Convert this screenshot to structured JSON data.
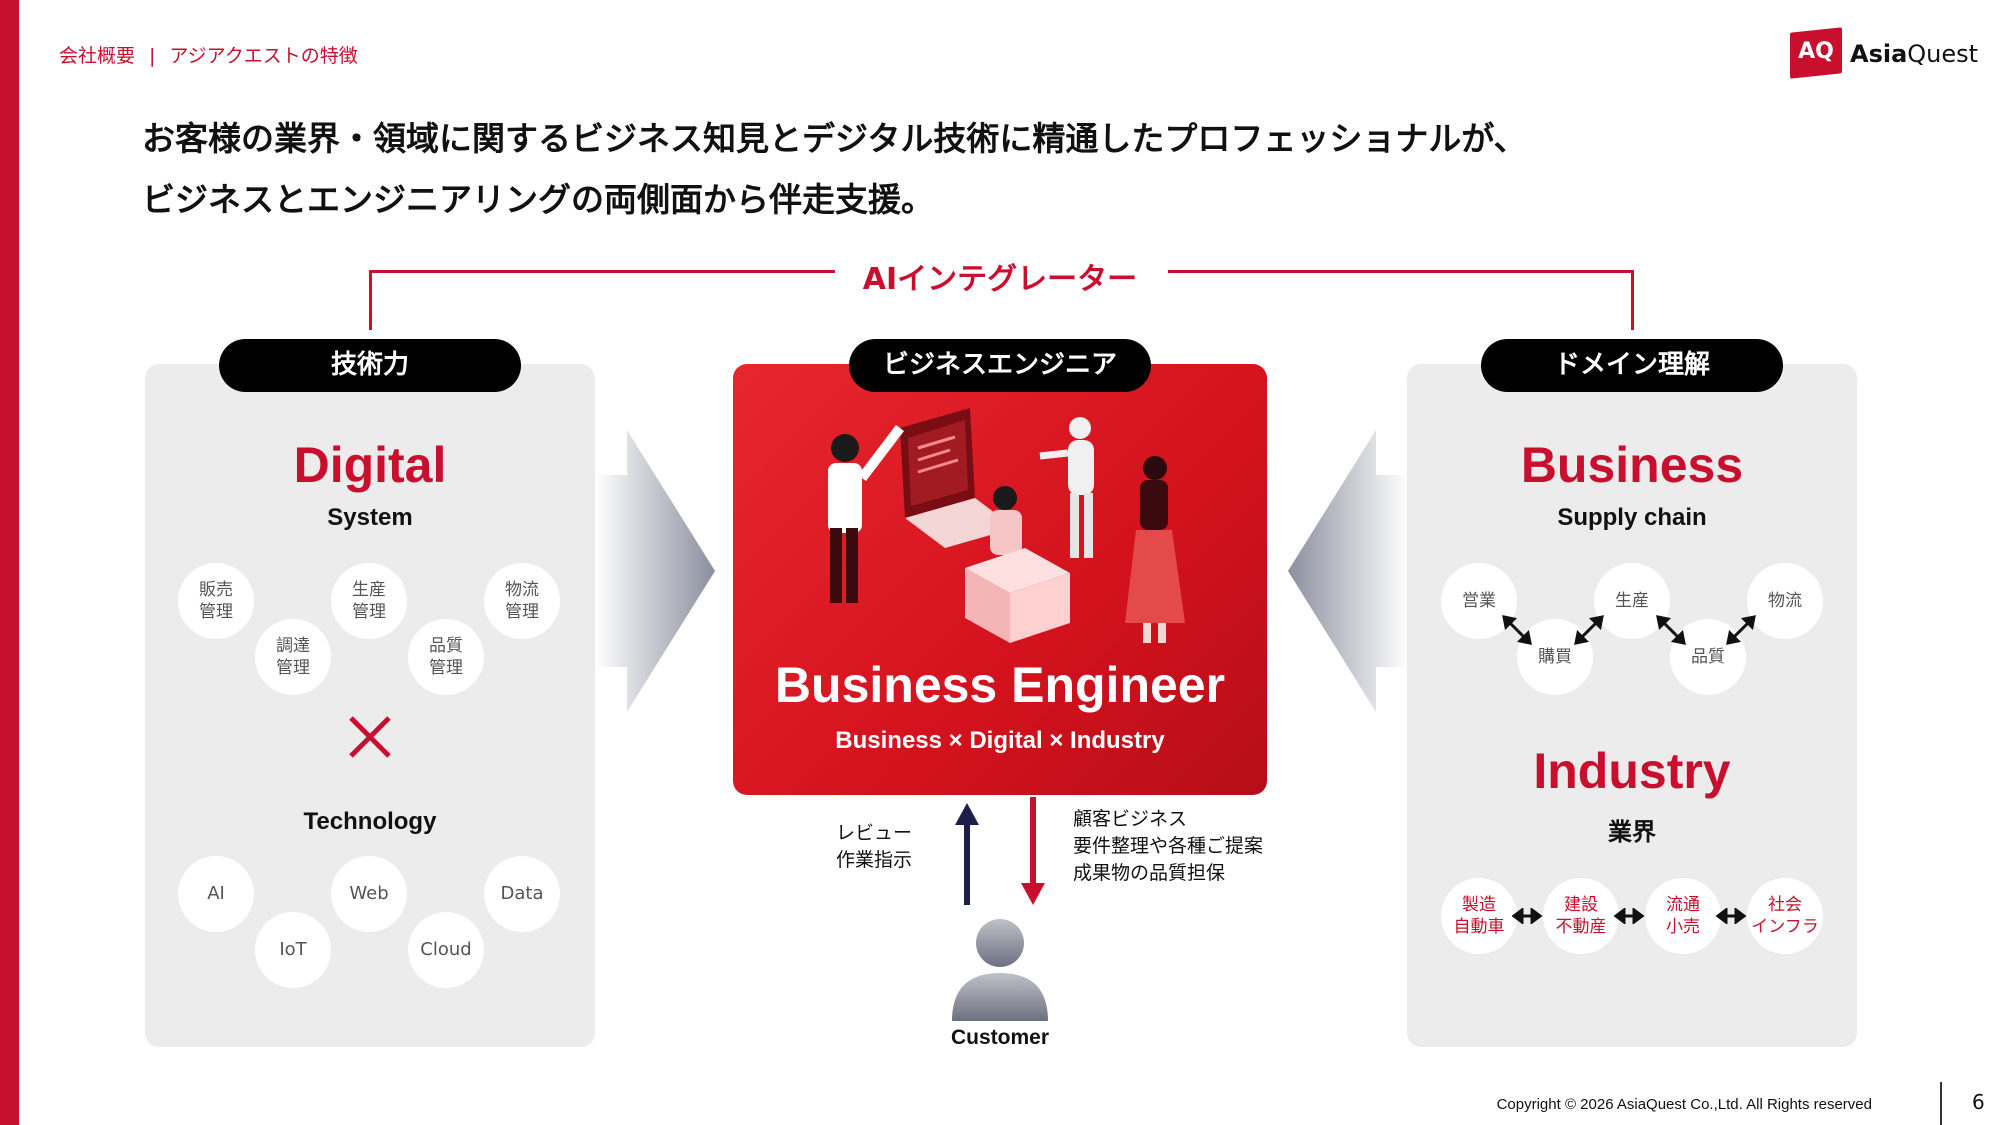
{
  "header": {
    "breadcrumb_section": "会社概要",
    "breadcrumb_separator": "|",
    "breadcrumb_page": "アジアクエストの特徴",
    "logo_mark": "AQ",
    "logo_name_bold": "Asia",
    "logo_name_light": "Quest"
  },
  "headline": {
    "line1": "お客様の業界・領域に関するビジネス知見とデジタル技術に精通したプロフェッショナルが、",
    "line2": "ビジネスとエンジニアリングの両側面から伴走支援。"
  },
  "integrator_label": "AIインテグレーター",
  "left_panel": {
    "pill": "技術力",
    "title": "Digital",
    "subtitle": "System",
    "system_items": [
      "販売\n管理",
      "調達\n管理",
      "生産\n管理",
      "品質\n管理",
      "物流\n管理"
    ],
    "times_symbol": "×",
    "tech_title": "Technology",
    "tech_items": [
      "AI",
      "IoT",
      "Web",
      "Cloud",
      "Data"
    ]
  },
  "center": {
    "pill": "ビジネスエンジニア",
    "title": "Business Engineer",
    "subtitle": "Business × Digital × Industry",
    "up_label_line1": "レビュー",
    "up_label_line2": "作業指示",
    "down_label_line1": "顧客ビジネス",
    "down_label_line2": "要件整理や各種ご提案",
    "down_label_line3": "成果物の品質担保",
    "customer": "Customer"
  },
  "right_panel": {
    "pill": "ドメイン理解",
    "title": "Business",
    "subtitle": "Supply chain",
    "chain_items": [
      "営業",
      "購買",
      "生産",
      "品質",
      "物流"
    ],
    "industry_title": "Industry",
    "industry_subtitle": "業界",
    "industry_items": [
      "製造\n自動車",
      "建設\n不動産",
      "流通\n小売",
      "社会\nインフラ"
    ]
  },
  "footer": {
    "copyright": "Copyright © 2026 AsiaQuest Co.,Ltd. All Rights reserved",
    "page_number": "6"
  },
  "colors": {
    "brand_red": "#c8102e",
    "panel_gray": "#ececec",
    "navy_arrow": "#1b1f4a"
  }
}
